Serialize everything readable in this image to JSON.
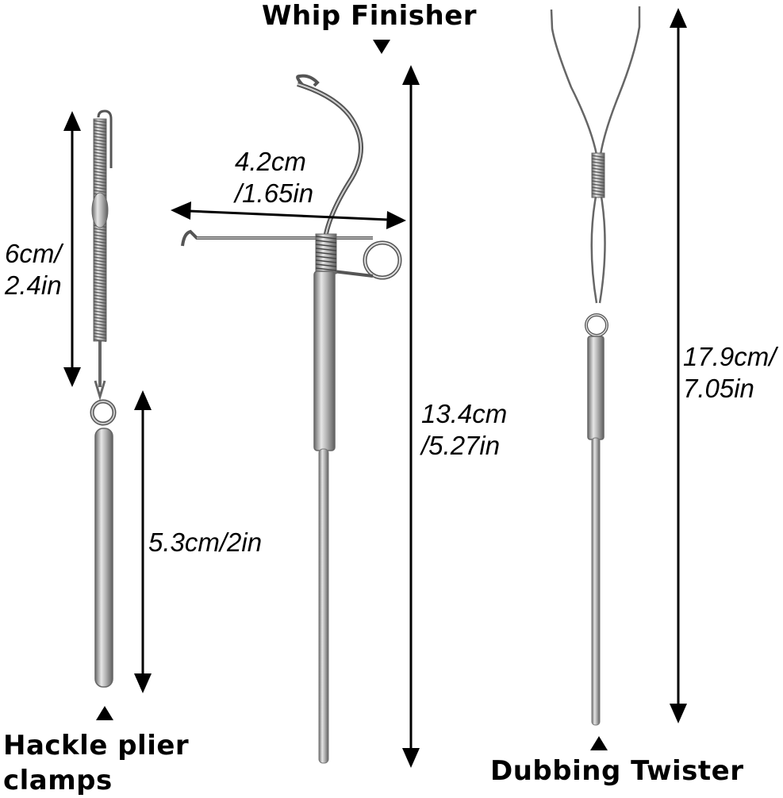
{
  "whip_finisher": {
    "title": "Whip Finisher",
    "width_dim": "4.2cm\n/1.65in",
    "length_dim": "13.4cm\n/5.27in"
  },
  "hackle_plier": {
    "title": "Hackle plier\nclamps",
    "spring_dim": "6cm/\n2.4in",
    "handle_dim": "5.3cm/2in"
  },
  "dubbing_twister": {
    "title": "Dubbing Twister",
    "length_dim": "17.9cm/\n7.05in"
  },
  "colors": {
    "ink": "#000000",
    "steel_light": "#e8e8e8",
    "steel_mid": "#a9a9a9",
    "steel_dark": "#5a5a5a"
  }
}
